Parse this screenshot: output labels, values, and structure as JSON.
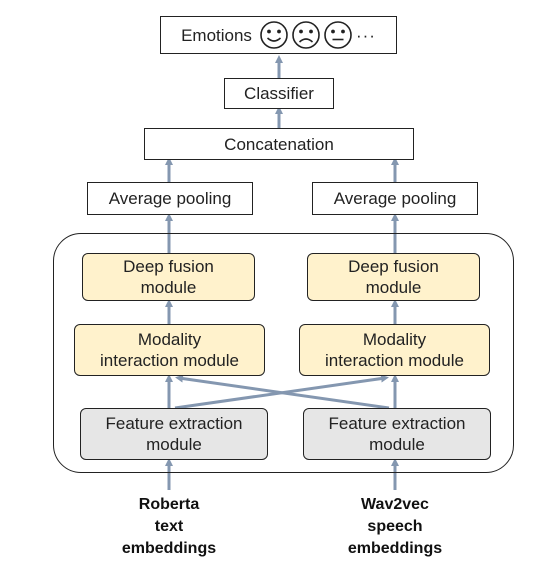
{
  "output": {
    "label": "Emotions",
    "icons": [
      "smiling-face-icon",
      "frowning-face-icon",
      "neutral-face-icon"
    ],
    "more": "···"
  },
  "classifier": "Classifier",
  "concatenation": "Concatenation",
  "left_branch": {
    "pooling": "Average pooling",
    "deep_fusion": "Deep fusion\nmodule",
    "modality_interaction": "Modality\ninteraction module",
    "feature_extraction": "Feature extraction\nmodule",
    "input": "Roberta\ntext\nembeddings"
  },
  "right_branch": {
    "pooling": "Average pooling",
    "deep_fusion": "Deep fusion\nmodule",
    "modality_interaction": "Modality\ninteraction module",
    "feature_extraction": "Feature extraction\nmodule",
    "input": "Wav2vec\nspeech\nembeddings"
  },
  "colors": {
    "arrow": "#8497b0",
    "fusion_fill": "#fff2cc",
    "feature_fill": "#e6e6e6",
    "border": "#222222"
  }
}
